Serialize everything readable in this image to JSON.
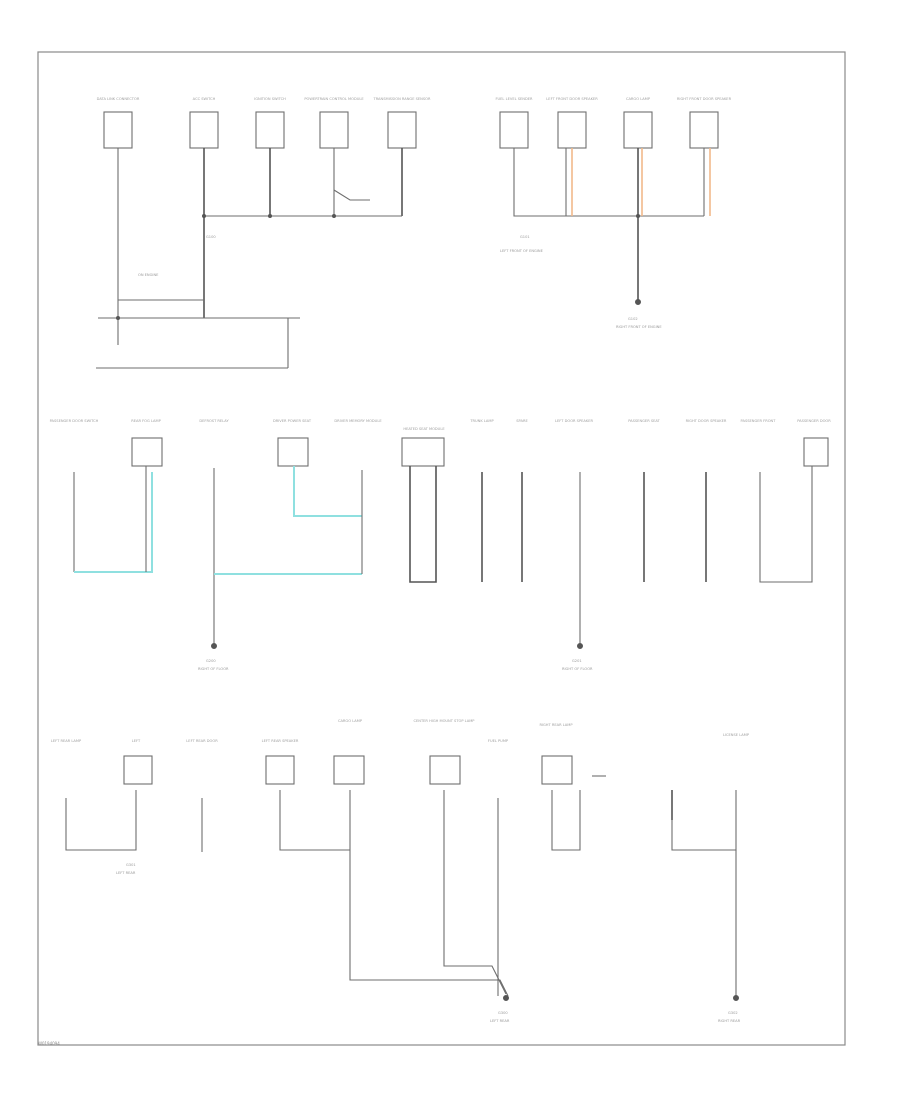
{
  "diagram_code": "W0194094",
  "section1": {
    "labels": {
      "cell": "DATA LINK CONNECTOR",
      "acc": "ACC SWITCH",
      "ign": "IGNITION SWITCH",
      "park": "POWERTRAIN CONTROL MODULE",
      "trans": "TRANSMISSION RANGE SENSOR",
      "fuel": "FUEL LEVEL SENDER",
      "lfdoor": "LEFT FRONT DOOR SPEAKER",
      "cargo": "CARGO LAMP",
      "rfdoor": "RIGHT FRONT DOOR SPEAKER",
      "g100": "G100",
      "g100note": "ON ENGINE",
      "g101": "G101",
      "g101note": "LEFT FRONT OF ENGINE",
      "g102": "G102",
      "g102note": "RIGHT FRONT OF ENGINE"
    }
  },
  "section2": {
    "labels": {
      "passdoor": "PASSENGER DOOR SWITCH",
      "rear_fog": "REAR FOG LAMP",
      "defrost": "DEFROST RELAY",
      "dr_power": "DRIVER POWER SEAT",
      "dr_mem": "DRIVER MEMORY MODULE",
      "heated": "HEATED SEAT MODULE",
      "trunk": "TRUNK LAMP",
      "spare": "SPARE",
      "ldoor": "LEFT DOOR SPEAKER",
      "pass": "PASSENGER SEAT",
      "rdoor": "RIGHT DOOR SPEAKER",
      "pfront": "PASSENGER FRONT",
      "pdoor": "PASSENGER DOOR",
      "g200": "G200",
      "g200note": "RIGHT OF FLOOR",
      "g201": "G201",
      "g201note": "RIGHT OF FLOOR"
    }
  },
  "section3": {
    "labels": {
      "lrear": "LEFT REAR LAMP",
      "lf": "LEFT",
      "lrdoor": "LEFT REAR DOOR",
      "lrspk": "LEFT REAR SPEAKER",
      "cargo": "CARGO LAMP",
      "center": "CENTER HIGH MOUNT STOP LAMP",
      "fuelpump": "FUEL PUMP",
      "rrlamp": "RIGHT REAR LAMP",
      "license": "LICENSE LAMP",
      "g300": "G300",
      "g300note": "LEFT REAR",
      "g301": "G301",
      "g301note": "LEFT REAR",
      "g302": "G302",
      "g302note": "RIGHT REAR"
    }
  }
}
